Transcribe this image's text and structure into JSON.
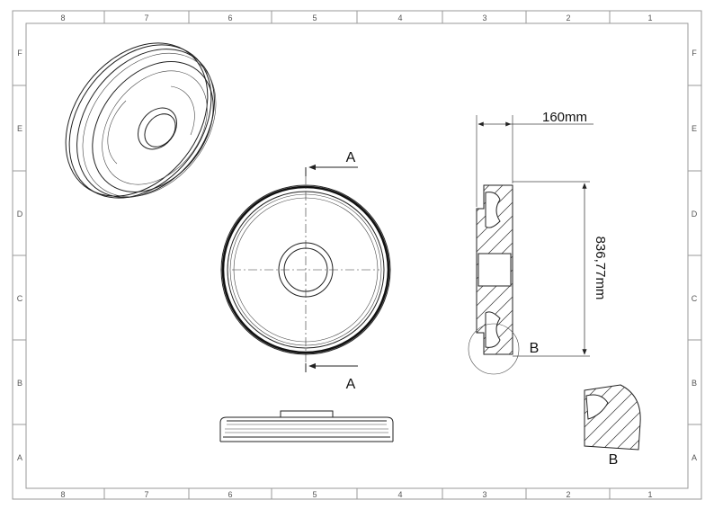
{
  "title_block": {
    "column_zones": [
      "8",
      "7",
      "6",
      "5",
      "4",
      "3",
      "2",
      "1"
    ],
    "row_zones": [
      "F",
      "E",
      "D",
      "C",
      "B",
      "A"
    ]
  },
  "section": {
    "cut_label_top": "A",
    "cut_label_bottom": "A"
  },
  "dimensions": {
    "width": "160mm",
    "diameter": "836,77mm"
  },
  "detail": {
    "circle_label": "B",
    "view_label": "B"
  }
}
